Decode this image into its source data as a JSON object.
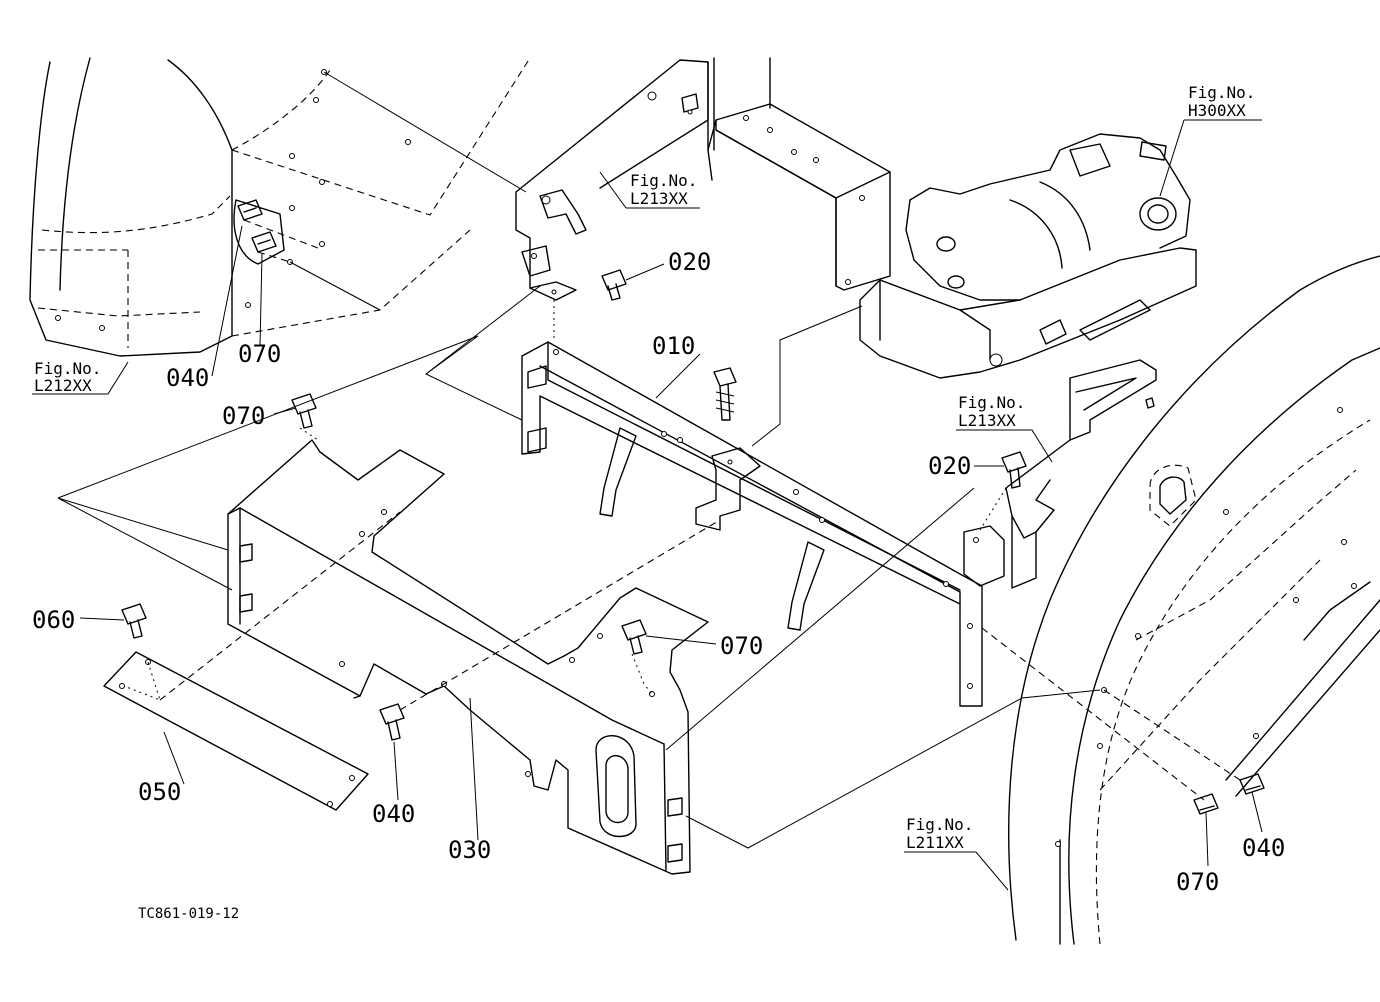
{
  "diagram": {
    "part_labels": [
      {
        "id": "l-020-top",
        "text": "020"
      },
      {
        "id": "l-010",
        "text": "010"
      },
      {
        "id": "l-070-left-top",
        "text": "070"
      },
      {
        "id": "l-040-left-top",
        "text": "040"
      },
      {
        "id": "l-070-mid",
        "text": "070"
      },
      {
        "id": "l-020-right",
        "text": "020"
      },
      {
        "id": "l-060",
        "text": "060"
      },
      {
        "id": "l-070-plate",
        "text": "070"
      },
      {
        "id": "l-050",
        "text": "050"
      },
      {
        "id": "l-040-bottom",
        "text": "040"
      },
      {
        "id": "l-030",
        "text": "030"
      },
      {
        "id": "l-070-right",
        "text": "070"
      },
      {
        "id": "l-040-right",
        "text": "040"
      }
    ],
    "figure_refs": [
      {
        "id": "f-l212",
        "line1": "Fig.No.",
        "line2": "L212XX"
      },
      {
        "id": "f-l213-top",
        "line1": "Fig.No.",
        "line2": "L213XX"
      },
      {
        "id": "f-h300",
        "line1": "Fig.No.",
        "line2": "H300XX"
      },
      {
        "id": "f-l213-right",
        "line1": "Fig.No.",
        "line2": "L213XX"
      },
      {
        "id": "f-l211",
        "line1": "Fig.No.",
        "line2": "L211XX"
      }
    ],
    "drawing_code": "TC861-019-12"
  }
}
